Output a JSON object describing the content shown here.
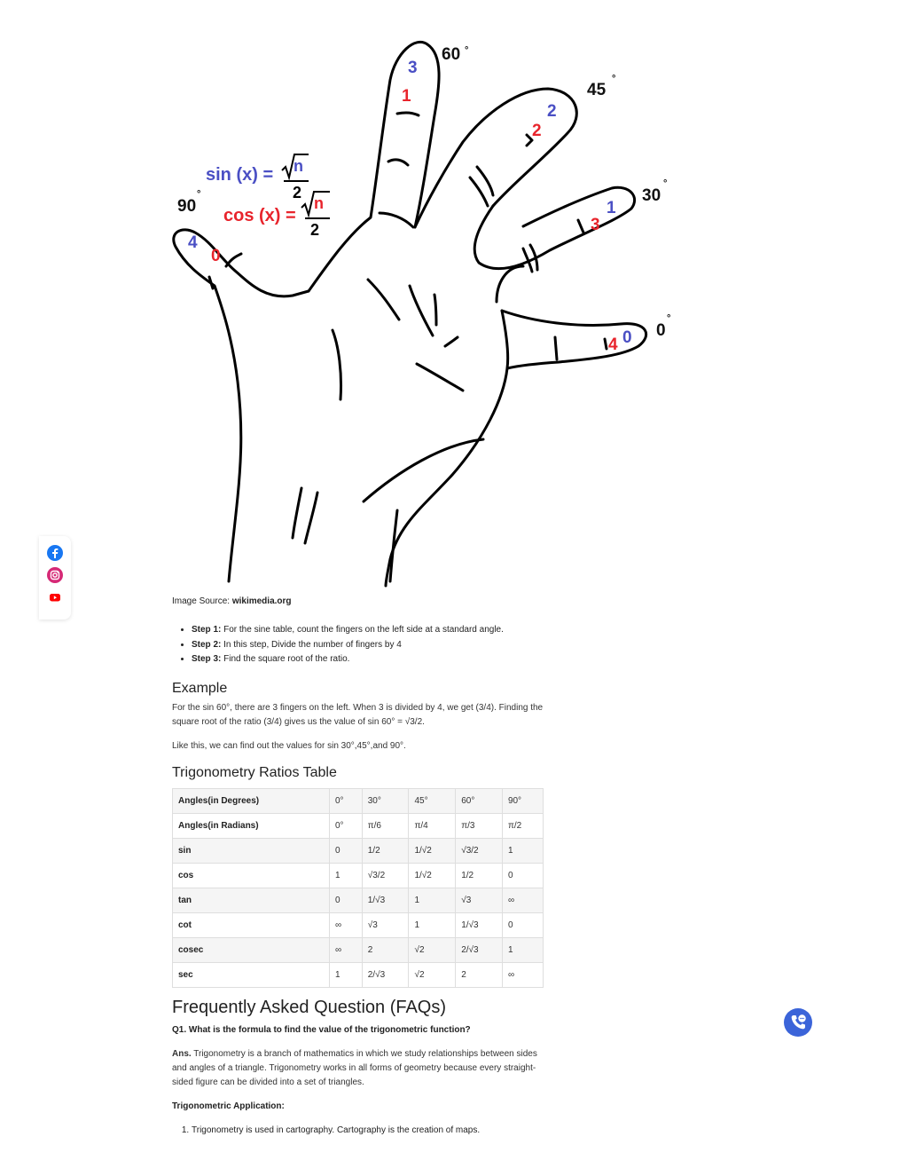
{
  "figure": {
    "formula_sin_prefix": "sin (x) =",
    "formula_cos_prefix": "cos (x) =",
    "formula_radicand": "n",
    "formula_denominator": "2",
    "degree_symbol": "°",
    "fingers": [
      {
        "angle": "90",
        "top_num": "4",
        "bottom_num": "0"
      },
      {
        "angle": "60",
        "top_num": "3",
        "bottom_num": "1"
      },
      {
        "angle": "45",
        "top_num": "2",
        "bottom_num": "2"
      },
      {
        "angle": "30",
        "top_num": "1",
        "bottom_num": "3"
      },
      {
        "angle": "0",
        "top_num": "0",
        "bottom_num": "4"
      }
    ],
    "colors": {
      "blue": "#4a4fc4",
      "red": "#e8242c"
    }
  },
  "image_source": {
    "label": "Image Source:",
    "site": "wikimedia.org"
  },
  "steps": [
    {
      "label": "Step 1:",
      "text": " For the sine table, count the fingers on the left side at a standard angle."
    },
    {
      "label": "Step 2:",
      "text": " In this step, Divide the number of fingers by 4"
    },
    {
      "label": "Step 3:",
      "text": " Find the square root of the ratio."
    }
  ],
  "example": {
    "heading": "Example",
    "paragraph1": "For the sin 60°, there are 3 fingers on the left. When 3 is divided by 4, we get (3/4). Finding the square root of the ratio (3/4) gives us the value of sin 60° = √3/2.",
    "paragraph2": "Like this, we can find out the values for sin 30°,45°,and 90°."
  },
  "ratios_table": {
    "heading": "Trigonometry Ratios Table",
    "rows": [
      [
        "Angles(in Degrees)",
        "0°",
        "30°",
        "45°",
        "60°",
        "90°"
      ],
      [
        "Angles(in Radians)",
        "0°",
        "π/6",
        "π/4",
        "π/3",
        "π/2"
      ],
      [
        "sin",
        "0",
        "1/2",
        "1/√2",
        "√3/2",
        "1"
      ],
      [
        "cos",
        "1",
        "√3/2",
        "1/√2",
        "1/2",
        "0"
      ],
      [
        "tan",
        "0",
        "1/√3",
        "1",
        "√3",
        "∞"
      ],
      [
        "cot",
        "∞",
        "√3",
        "1",
        "1/√3",
        "0"
      ],
      [
        "cosec",
        "∞",
        "2",
        "√2",
        "2/√3",
        "1"
      ],
      [
        "sec",
        "1",
        "2/√3",
        "√2",
        "2",
        "∞"
      ]
    ]
  },
  "faq": {
    "heading": "Frequently Asked Question (FAQs)",
    "q1": "Q1. What is the formula to find the value of the trigonometric function?",
    "ans_label": "Ans.",
    "ans_text": " Trigonometry is a branch of mathematics in which we study relationships between sides and angles of a triangle. Trigonometry works in all forms of geometry because every straight-sided figure can be divided into a set of triangles.",
    "app_heading": "Trigonometric Application:",
    "applications": [
      "Trigonometry is used in cartography. Cartography is the creation of maps."
    ]
  },
  "social": {
    "icons": [
      "facebook-icon",
      "instagram-icon",
      "youtube-icon"
    ],
    "colors": {
      "facebook": "#1877f2",
      "instagram": "#d62976",
      "youtube": "#ff0000"
    }
  },
  "call_button": {
    "icon": "phone-chat-icon",
    "color": "#3b64d9"
  }
}
